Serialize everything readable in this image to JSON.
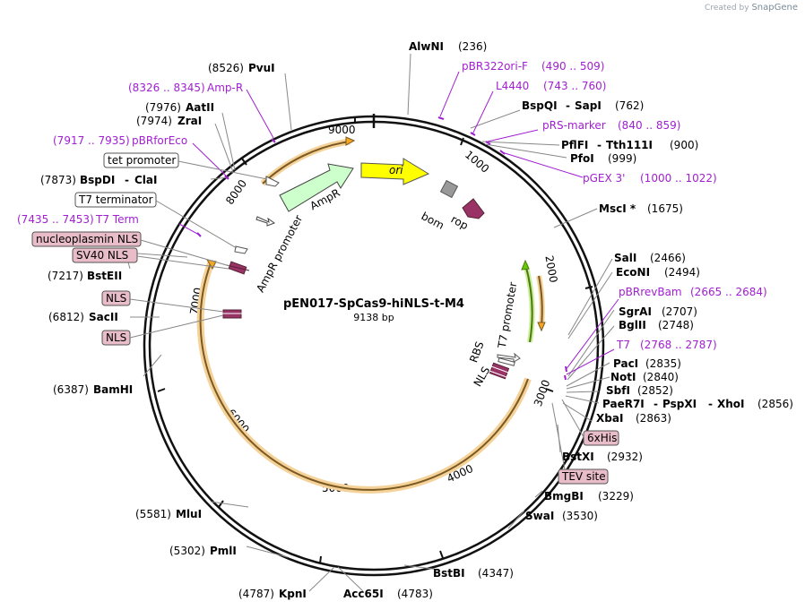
{
  "credit": {
    "prefix": "Created by",
    "brand": "SnapGene"
  },
  "plasmid": {
    "name": "pEN017-SpCas9-hiNLS-t-M4",
    "size": "9138 bp"
  },
  "ticks": [
    "1000",
    "2000",
    "3000",
    "4000",
    "5000",
    "6000",
    "7000",
    "8000",
    "9000"
  ],
  "sites": [
    {
      "id": "AlwNI",
      "name": "AlwNI",
      "pos": "(236)"
    },
    {
      "id": "PvuI",
      "name": "PvuI",
      "pos": "(8526)"
    },
    {
      "id": "AatII",
      "name": "AatII",
      "pos": "(7976)"
    },
    {
      "id": "ZraI",
      "name": "ZraI",
      "pos": "(7974)"
    },
    {
      "id": "BspDI",
      "name": "BspDI",
      "name2": "ClaI",
      "sep": "-",
      "pos": "(7873)"
    },
    {
      "id": "BstEII",
      "name": "BstEII",
      "pos": "(7217)"
    },
    {
      "id": "SacII",
      "name": "SacII",
      "pos": "(6812)"
    },
    {
      "id": "BamHI",
      "name": "BamHI",
      "pos": "(6387)"
    },
    {
      "id": "MluI",
      "name": "MluI",
      "pos": "(5581)"
    },
    {
      "id": "PmlI",
      "name": "PmlI",
      "pos": "(5302)"
    },
    {
      "id": "KpnI",
      "name": "KpnI",
      "pos": "(4787)"
    },
    {
      "id": "Acc65I",
      "name": "Acc65I",
      "pos": "(4783)"
    },
    {
      "id": "BstBI",
      "name": "BstBI",
      "pos": "(4347)"
    },
    {
      "id": "SwaI",
      "name": "SwaI",
      "pos": "(3530)"
    },
    {
      "id": "BmgBI",
      "name": "BmgBI",
      "pos": "(3229)"
    },
    {
      "id": "BstXI",
      "name": "BstXI",
      "pos": "(2932)"
    },
    {
      "id": "XbaI",
      "name": "XbaI",
      "pos": "(2863)"
    },
    {
      "id": "PaeR7I",
      "name": "PaeR7I",
      "name2": "PspXI",
      "name3": "XhoI",
      "sep": "-",
      "pos": "(2856)"
    },
    {
      "id": "SbfI",
      "name": "SbfI",
      "pos": "(2852)"
    },
    {
      "id": "NotI",
      "name": "NotI",
      "pos": "(2840)"
    },
    {
      "id": "PacI",
      "name": "PacI",
      "pos": "(2835)"
    },
    {
      "id": "BglII",
      "name": "BglII",
      "pos": "(2748)"
    },
    {
      "id": "SgrAI",
      "name": "SgrAI",
      "pos": "(2707)"
    },
    {
      "id": "EcoNI",
      "name": "EcoNI",
      "pos": "(2494)"
    },
    {
      "id": "SalI",
      "name": "SalI",
      "pos": "(2466)"
    },
    {
      "id": "MscI",
      "name": "MscI *",
      "pos": "(1675)"
    },
    {
      "id": "PfoI",
      "name": "PfoI",
      "pos": "(999)"
    },
    {
      "id": "PflFI",
      "name": "PflFI",
      "name2": "Tth111I",
      "sep": "-",
      "pos": "(900)"
    },
    {
      "id": "BspQI",
      "name": "BspQI",
      "name2": "SapI",
      "sep": "-",
      "pos": "(762)"
    }
  ],
  "primers": [
    {
      "id": "pBR322oriF",
      "name": "pBR322ori-F",
      "range": "(490 .. 509)"
    },
    {
      "id": "L4440",
      "name": "L4440",
      "range": "(743 .. 760)"
    },
    {
      "id": "pRSmarker",
      "name": "pRS-marker",
      "range": "(840 .. 859)"
    },
    {
      "id": "pGEX3",
      "name": "pGEX 3'",
      "range": "(1000 .. 1022)"
    },
    {
      "id": "pBRrevBam",
      "name": "pBRrevBam",
      "range": "(2665 .. 2684)"
    },
    {
      "id": "T7",
      "name": "T7",
      "range": "(2768 .. 2787)"
    },
    {
      "id": "AmpR",
      "name": "Amp-R",
      "range": "(8326 .. 8345)"
    },
    {
      "id": "pBRforEco",
      "name": "pBRforEco",
      "range": "(7917 .. 7935)"
    },
    {
      "id": "T7Term",
      "name": "T7 Term",
      "range": "(7435 .. 7453)"
    }
  ],
  "boxed": {
    "tet_promoter": "tet promoter",
    "t7_terminator": "T7 terminator",
    "nucleoplasmin_nls": "nucleoplasmin NLS",
    "sv40_nls": "SV40 NLS",
    "nls_upper": "NLS",
    "nls_lower": "NLS",
    "his6": "6xHis",
    "tev_site": "TEV site"
  },
  "features": {
    "ori": "ori",
    "bom": "bom",
    "rop": "rop",
    "ampr": "AmpR",
    "ampr_promoter": "AmpR promoter",
    "t7_promoter": "T7 promoter",
    "rbs": "RBS",
    "nls": "NLS"
  },
  "colors": {
    "primer": "#a020d0",
    "ori": "#ffff00",
    "ampr": "#ccffcc",
    "cds_orange": "#f5a623",
    "green_arrow": "#66cc00",
    "nls_box_fill": "#e8bcc8",
    "rop": "#993366",
    "bom": "#999999"
  }
}
